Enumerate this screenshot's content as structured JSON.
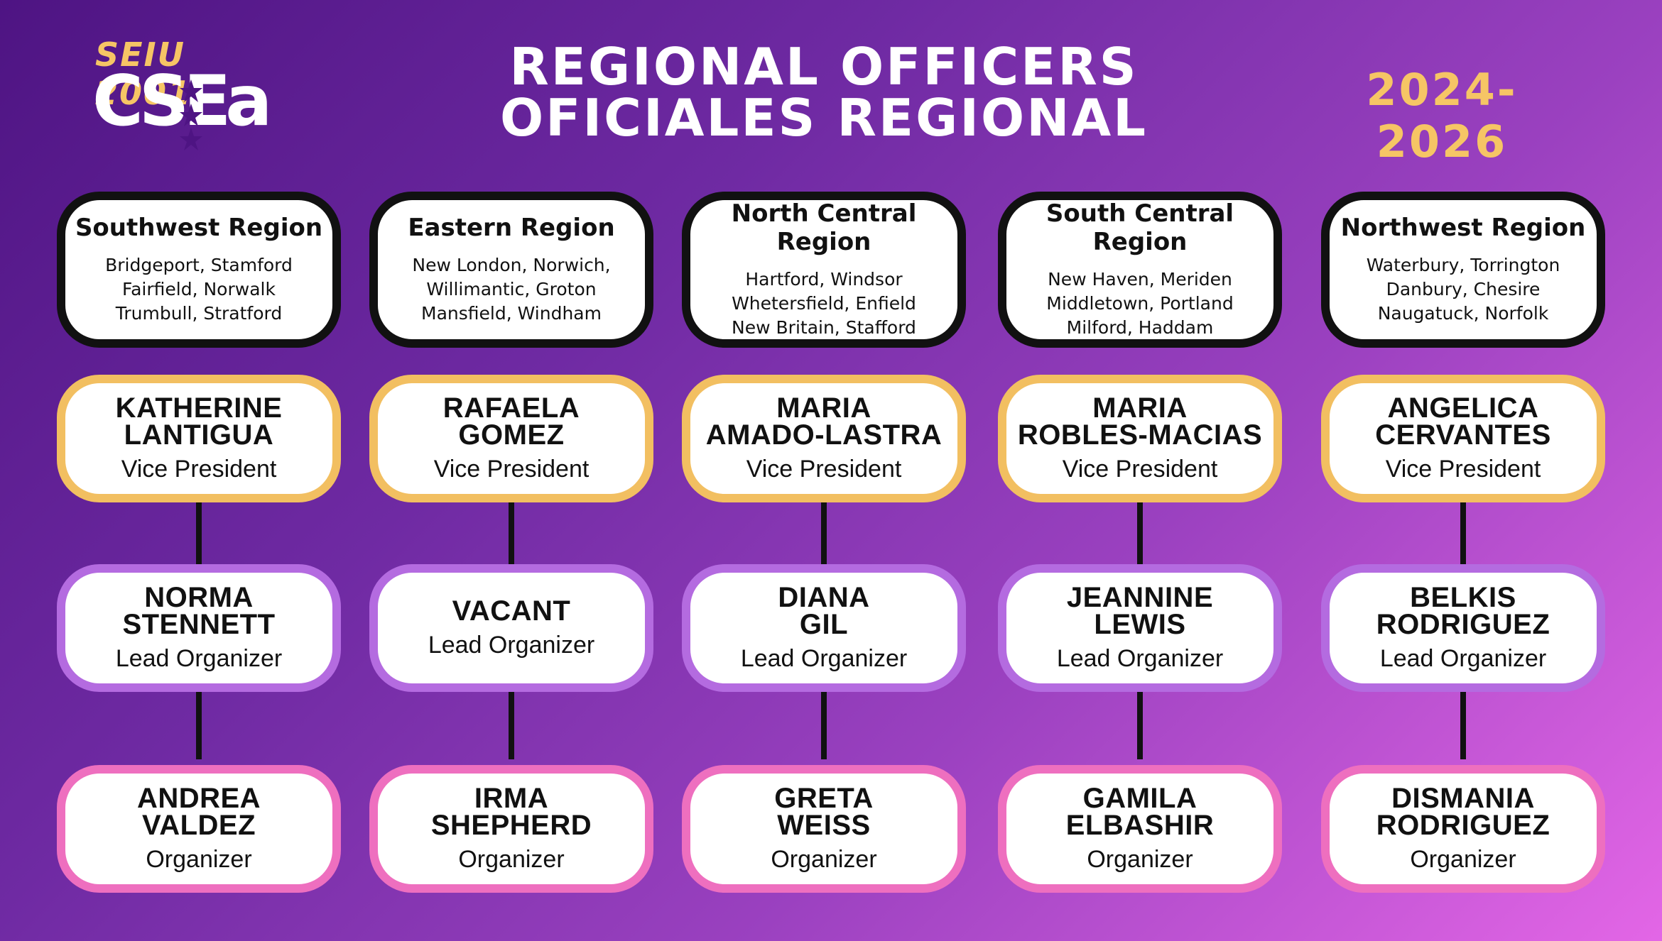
{
  "logo": {
    "top": "SEIU 2001",
    "mark": "CSEa"
  },
  "title": {
    "line1": "REGIONAL OFFICERS",
    "line2": "OFICIALES REGIONAL"
  },
  "years": "2024-2026",
  "colors": {
    "vp_border": "#f2bf61",
    "lead_border": "#b46be0",
    "organizer_border": "#ee6fbf",
    "accent": "#f6c565"
  },
  "regions": [
    {
      "name": "Southwest Region",
      "towns": [
        "Bridgeport, Stamford",
        "Fairfield, Norwalk",
        "Trumbull, Stratford"
      ],
      "vp": {
        "name": "KATHERINE\nLANTIGUA",
        "role": "Vice President"
      },
      "lead": {
        "name": "NORMA\nSTENNETT",
        "role": "Lead Organizer"
      },
      "organizer": {
        "name": "ANDREA\nVALDEZ",
        "role": "Organizer"
      }
    },
    {
      "name": "Eastern Region",
      "towns": [
        "New London, Norwich,",
        "Willimantic, Groton",
        "Mansfield, Windham"
      ],
      "vp": {
        "name": "RAFAELA\nGOMEZ",
        "role": "Vice President"
      },
      "lead": {
        "name": "VACANT",
        "role": "Lead Organizer"
      },
      "organizer": {
        "name": "IRMA\nSHEPHERD",
        "role": "Organizer"
      }
    },
    {
      "name": "North Central Region",
      "towns": [
        "Hartford, Windsor",
        "Whetersfield, Enfield",
        "New Britain, Stafford"
      ],
      "vp": {
        "name": "MARIA\nAMADO-LASTRA",
        "role": "Vice President"
      },
      "lead": {
        "name": "DIANA\nGIL",
        "role": "Lead Organizer"
      },
      "organizer": {
        "name": "GRETA\nWEISS",
        "role": "Organizer"
      }
    },
    {
      "name": "South Central Region",
      "towns": [
        "New Haven, Meriden",
        "Middletown, Portland",
        "Milford, Haddam"
      ],
      "vp": {
        "name": "MARIA\nROBLES-MACIAS",
        "role": "Vice President"
      },
      "lead": {
        "name": "JEANNINE\nLEWIS",
        "role": "Lead Organizer"
      },
      "organizer": {
        "name": "GAMILA\nELBASHIR",
        "role": "Organizer"
      }
    },
    {
      "name": "Northwest Region",
      "towns": [
        "Waterbury, Torrington",
        "Danbury, Chesire",
        "Naugatuck,  Norfolk"
      ],
      "vp": {
        "name": "ANGELICA\nCERVANTES",
        "role": "Vice President"
      },
      "lead": {
        "name": "BELKIS\nRODRIGUEZ",
        "role": "Lead Organizer"
      },
      "organizer": {
        "name": "DISMANIA\nRODRIGUEZ",
        "role": "Organizer"
      }
    }
  ]
}
